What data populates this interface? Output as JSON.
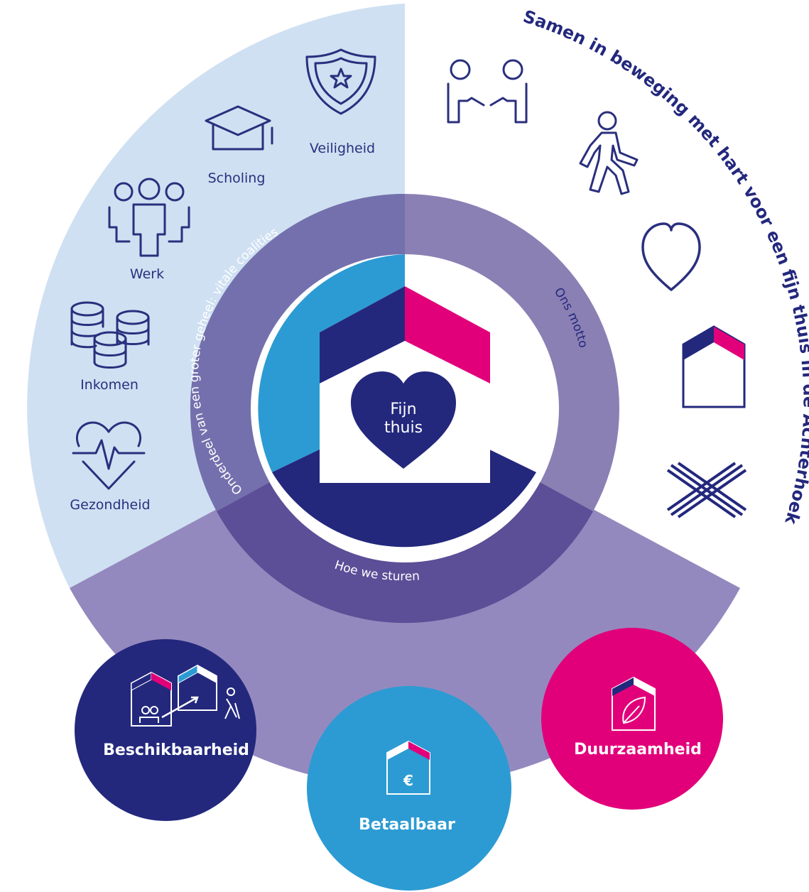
{
  "colors": {
    "light_blue": "#cfe0f2",
    "lavender": "#9489be",
    "ring": "#8b80b4",
    "overlap": "#5c4e97",
    "navy": "#23287d",
    "sky": "#2c9bd3",
    "magenta": "#e2007a"
  },
  "center": {
    "line1": "Fijn",
    "line2": "thuis"
  },
  "ring": {
    "coalities": "Onderdeel van een groter geheel: vitale coalities",
    "motto": "Ons motto",
    "sturen": "Hoe we sturen"
  },
  "motto_arc": "Samen in beweging met hart voor een fijn thuis in de Achterhoek",
  "domains": [
    {
      "label": "Veiligheid",
      "icon": "shield-star-icon"
    },
    {
      "label": "Scholing",
      "icon": "graduation-cap-icon"
    },
    {
      "label": "Werk",
      "icon": "team-icon"
    },
    {
      "label": "Inkomen",
      "icon": "coins-icon"
    },
    {
      "label": "Gezondheid",
      "icon": "heart-pulse-icon"
    }
  ],
  "motto_icons": [
    "people-reaching-icon",
    "walking-person-icon",
    "heart-outline-icon",
    "house-logo-icon",
    "achterhoek-cross-icon"
  ],
  "pillars": [
    {
      "label": "Beschikbaarheid",
      "color": "#23287d",
      "icon": "house-moving-icon"
    },
    {
      "label": "Betaalbaar",
      "color": "#2c9bd3",
      "icon": "euro-house-icon"
    },
    {
      "label": "Duurzaamheid",
      "color": "#e2007a",
      "icon": "leaf-house-icon"
    }
  ]
}
